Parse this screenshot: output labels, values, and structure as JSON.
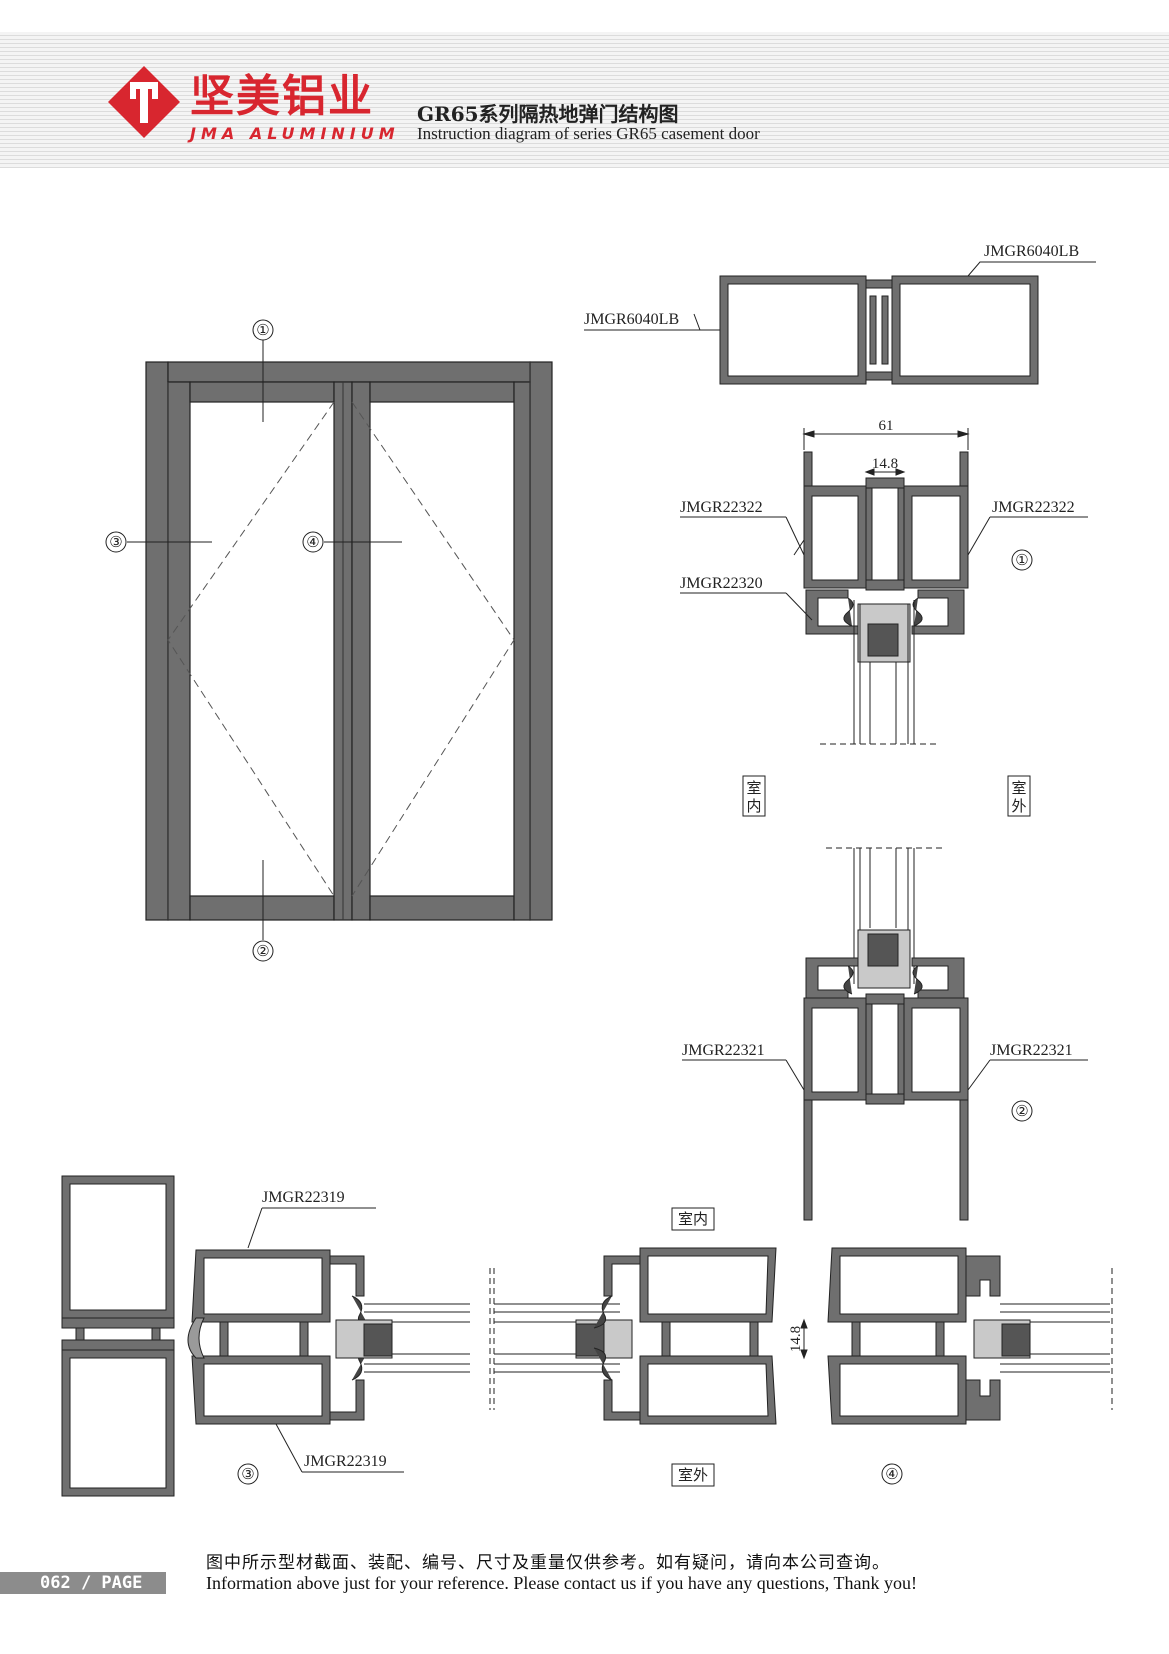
{
  "header": {
    "brand_cn": "坚美铝业",
    "brand_en": "JMA ALUMINIUM",
    "title_cn": "GR65系列隔热地弹门结构图",
    "title_en": "Instruction diagram of series GR65 casement door",
    "brand_color": "#d8262f"
  },
  "door_elevation": {
    "markers": [
      "①",
      "②",
      "③",
      "④"
    ]
  },
  "section_top": {
    "part_left": "JMGR6040LB",
    "part_right": "JMGR6040LB"
  },
  "section_1": {
    "dim_overall": "61",
    "dim_center": "14.8",
    "part_left_upper": "JMGR22322",
    "part_right_upper": "JMGR22322",
    "part_left_lower": "JMGR22320",
    "marker": "①",
    "indoor": [
      "室",
      "内"
    ],
    "outdoor": [
      "室",
      "外"
    ]
  },
  "section_2": {
    "part_left": "JMGR22321",
    "part_right": "JMGR22321",
    "marker": "②"
  },
  "section_3": {
    "part_top": "JMGR22319",
    "part_bottom": "JMGR22319",
    "marker": "③"
  },
  "section_4": {
    "indoor": "室内",
    "outdoor": "室外",
    "dim": "14.8",
    "marker": "④"
  },
  "footer": {
    "page": "062 / PAGE",
    "note_cn": "图中所示型材截面、装配、编号、尺寸及重量仅供参考。如有疑问，请向本公司查询。",
    "note_en": "Information above just for your reference. Please contact us if you have any questions, Thank you!"
  }
}
